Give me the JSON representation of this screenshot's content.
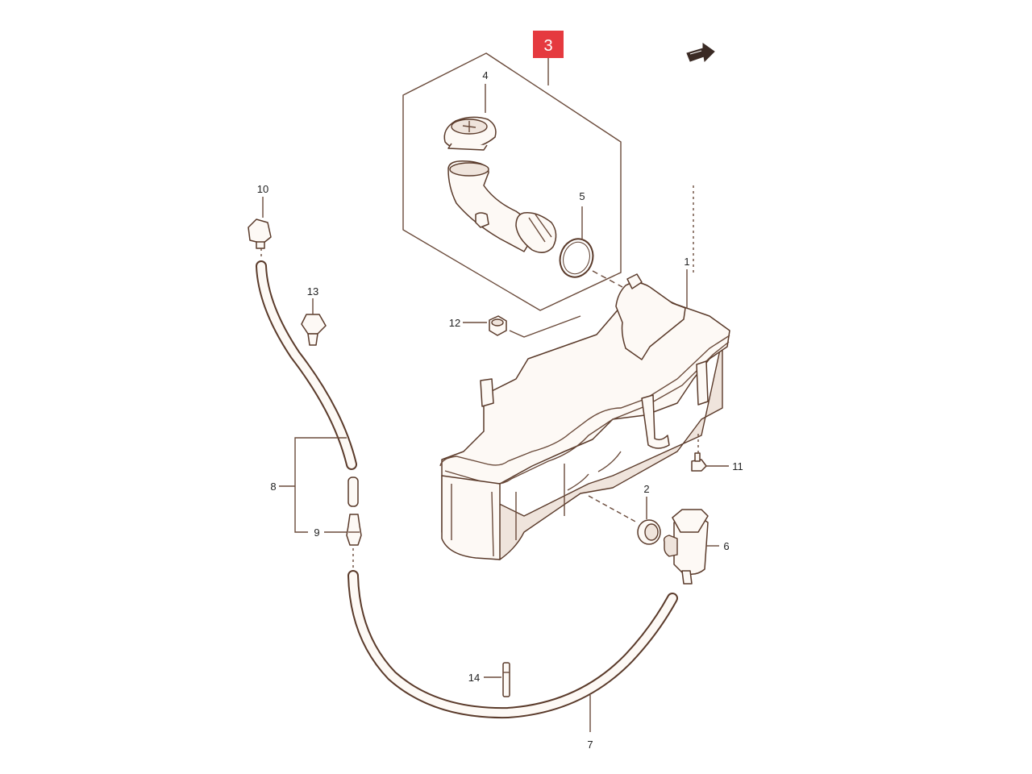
{
  "callouts": {
    "c1": "1",
    "c2": "2",
    "c3": "3",
    "c4": "4",
    "c5": "5",
    "c6": "6",
    "c7": "7",
    "c8": "8",
    "c9": "9",
    "c10": "10",
    "c11": "11",
    "c12": "12",
    "c13": "13",
    "c14": "14"
  },
  "colors": {
    "badge": "#e53a3f",
    "line": "#5a3a2a",
    "background": "#ffffff"
  },
  "icons": {
    "front_arrow": "front-direction-arrow-icon"
  }
}
